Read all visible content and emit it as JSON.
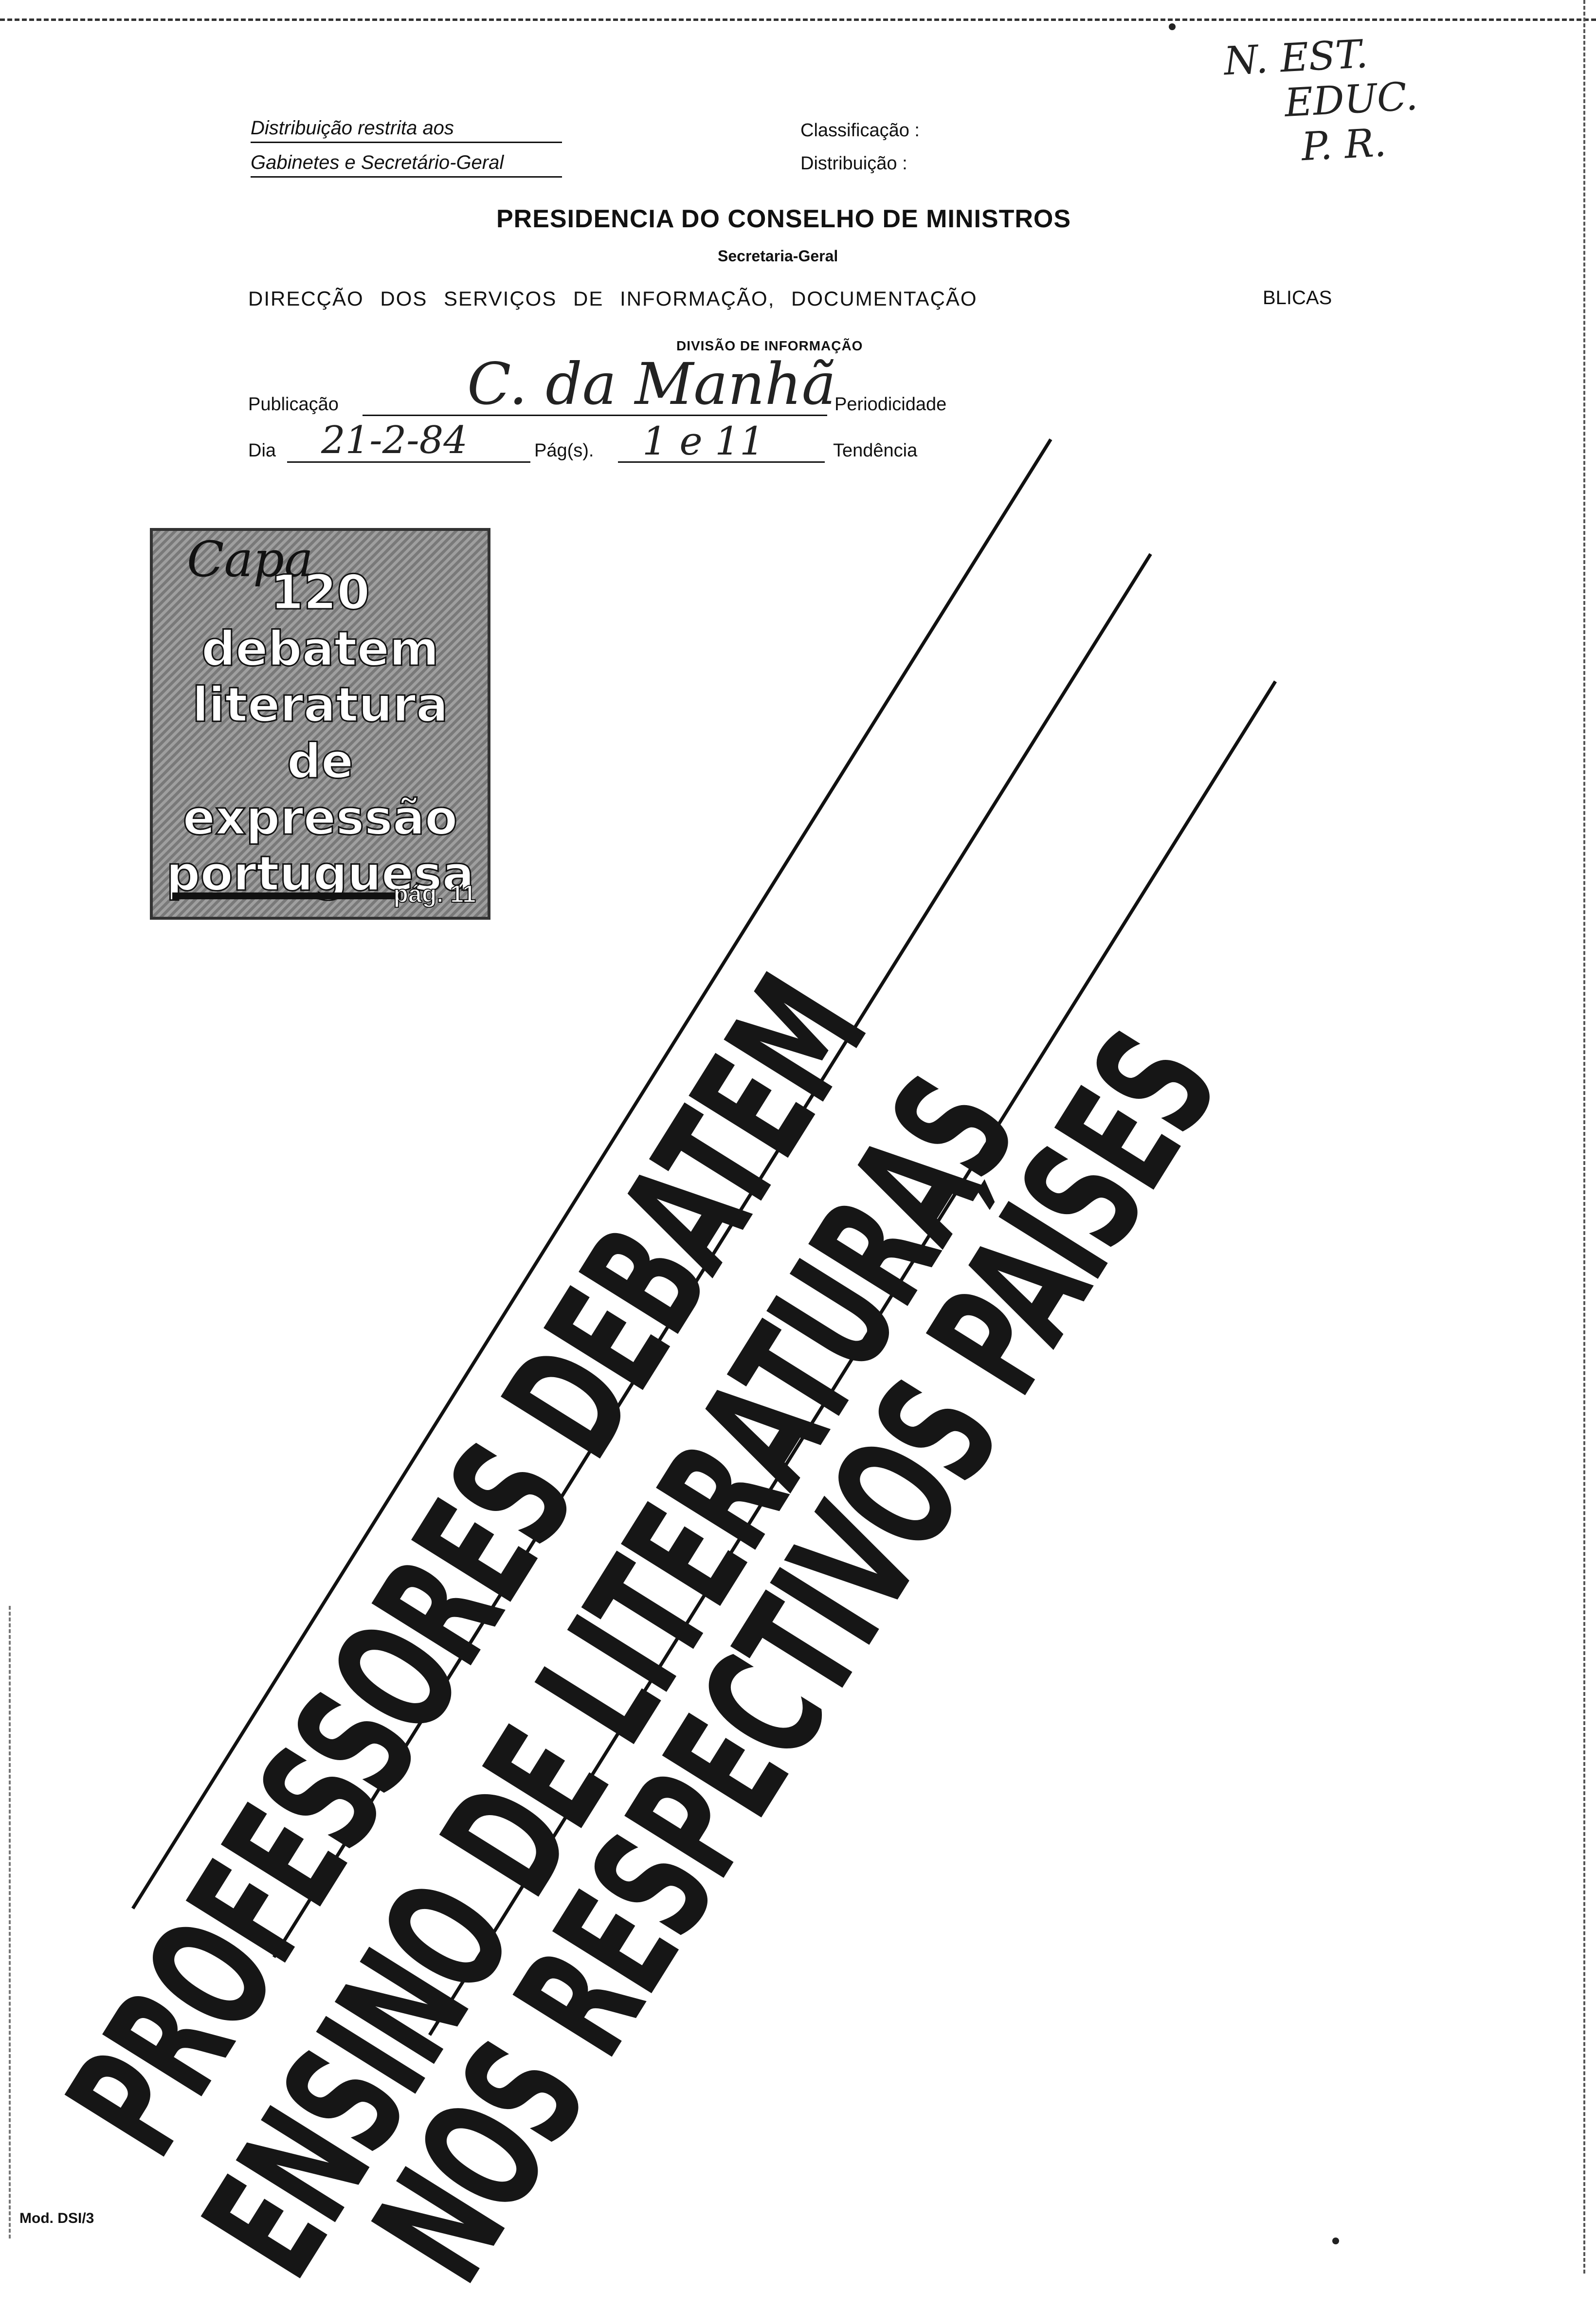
{
  "distribution_restricted": {
    "line1": "Distribuição restrita aos",
    "line2": "Gabinetes e Secretário-Geral"
  },
  "classification": {
    "classificacao_label": "Classificação :",
    "distribuicao_label": "Distribuição :"
  },
  "header": {
    "title": "PRESIDENCIA DO CONSELHO DE MINISTROS",
    "subtitle": "Secretaria-Geral",
    "directorate": "DIRECÇÃO DOS SERVIÇOS DE INFORMAÇÃO, DOCUMENTAÇÃO",
    "directorate_tail": "BLICAS",
    "division": "DIVISÃO DE INFORMAÇÃO"
  },
  "form": {
    "publicacao_label": "Publicação",
    "publicacao_value": "C. da Manhã",
    "periodicidade_label": "Periodicidade",
    "dia_label": "Dia",
    "dia_value": "21-2-84",
    "pag_label": "Pág(s).",
    "pag_value": "1 e 11",
    "tendencia_label": "Tendência"
  },
  "annotation": {
    "line1": "N. EST.",
    "line2": "EDUC.",
    "line3": "P. R."
  },
  "clipping": {
    "handwritten": "Capa",
    "lines": [
      "120 debatem",
      "literatura",
      "de expressão",
      "portuguesa"
    ],
    "page_ref": "pág. 11"
  },
  "headline": {
    "line1": "PROFESSORES DEBATEM",
    "line2": "ENSINO DE LITERATURAS",
    "line3": "NOS RESPECTIVOS PAÍSES"
  },
  "footer": {
    "model": "Mod. DSI/3"
  }
}
